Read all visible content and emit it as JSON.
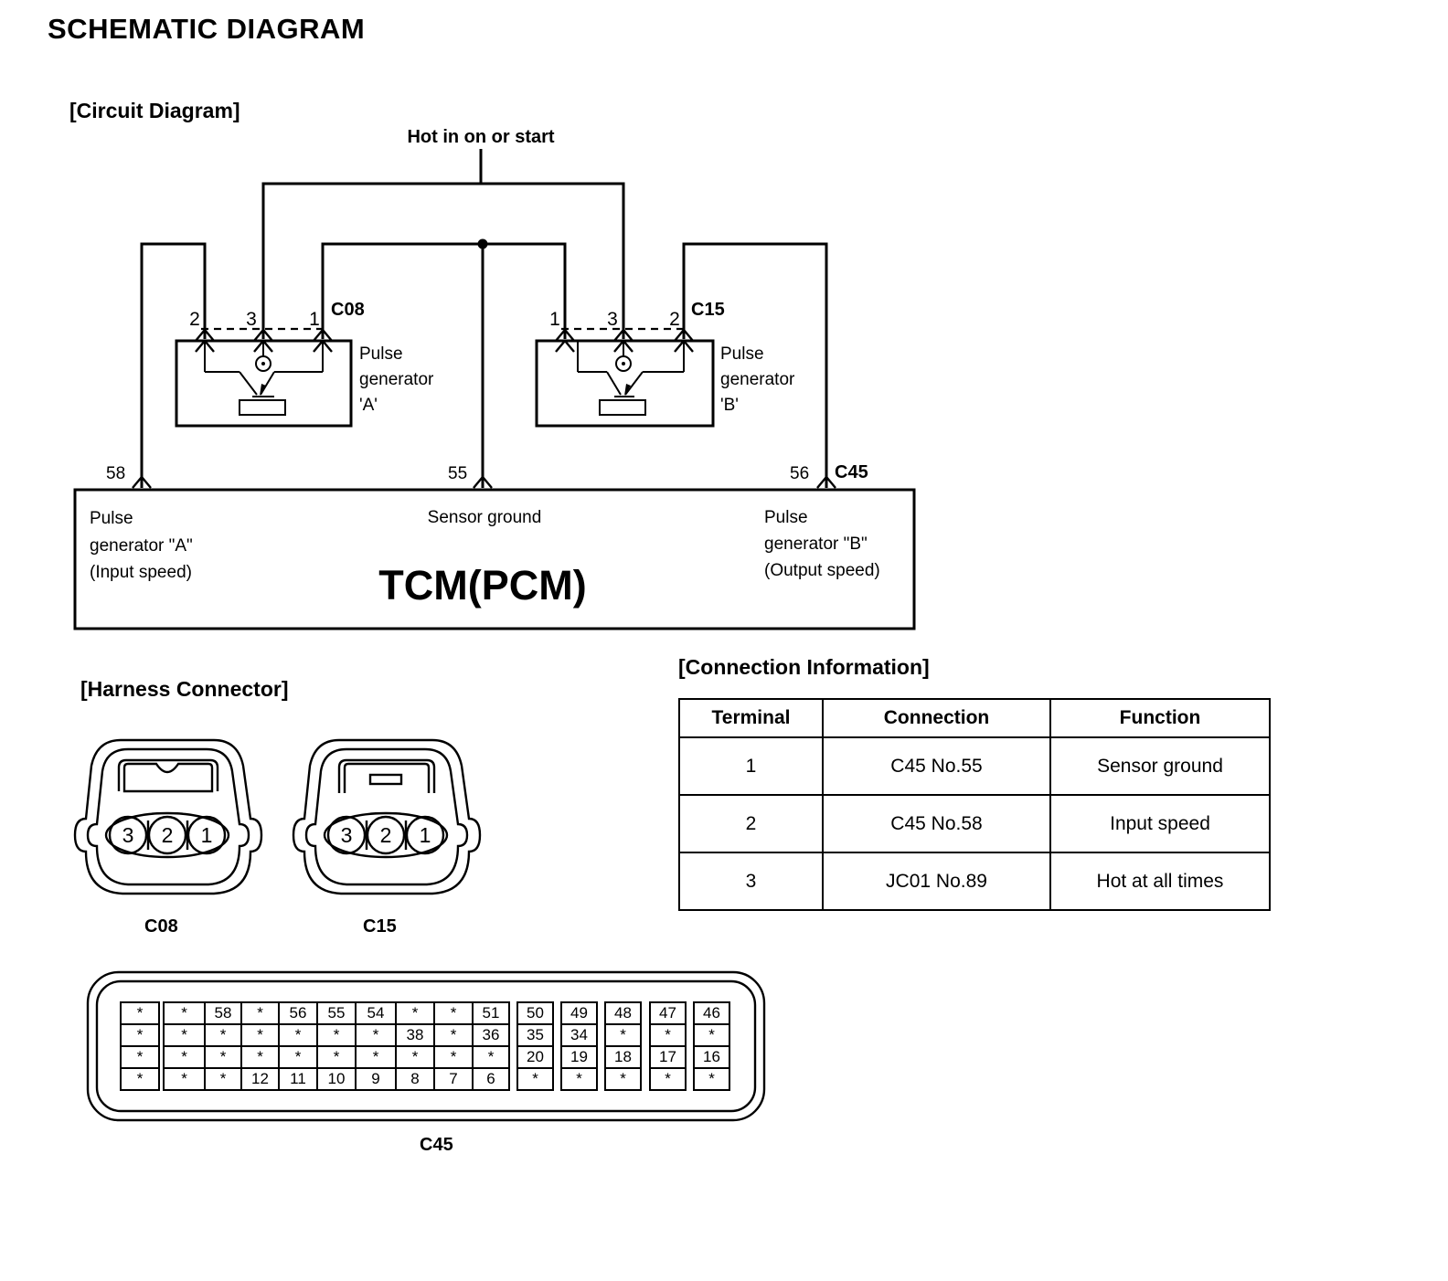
{
  "page_title": "SCHEMATIC DIAGRAM",
  "circuit": {
    "heading": "[Circuit Diagram]",
    "power_label": "Hot in on or start",
    "connectors": {
      "c08": "C08",
      "c15": "C15",
      "c45": "C45"
    },
    "pins_a": [
      "2",
      "3",
      "1"
    ],
    "pins_b": [
      "1",
      "3",
      "2"
    ],
    "gen_a": [
      "Pulse",
      "generator",
      "'A'"
    ],
    "gen_b": [
      "Pulse",
      "generator",
      "'B'"
    ],
    "tcm_pins": [
      "58",
      "55",
      "56"
    ],
    "tcm": {
      "title": "TCM(PCM)",
      "left": [
        "Pulse",
        "generator \"A\"",
        "(Input speed)"
      ],
      "center": "Sensor ground",
      "right": [
        "Pulse",
        "generator \"B\"",
        "(Output speed)"
      ]
    }
  },
  "harness": {
    "heading": "[Harness Connector]",
    "c08_label": "C08",
    "c15_label": "C15",
    "c08_pins": [
      "3",
      "2",
      "1"
    ],
    "c15_pins": [
      "3",
      "2",
      "1"
    ],
    "c45_label": "C45",
    "c45_groups": [
      [
        [
          "*"
        ],
        [
          "*"
        ],
        [
          "*"
        ],
        [
          "*"
        ]
      ],
      [
        [
          "*",
          "58",
          "*",
          "56",
          "55",
          "54",
          "*",
          "*",
          "51"
        ],
        [
          "*",
          "*",
          "*",
          "*",
          "*",
          "*",
          "38",
          "*",
          "36"
        ],
        [
          "*",
          "*",
          "*",
          "*",
          "*",
          "*",
          "*",
          "*",
          "*"
        ],
        [
          "*",
          "*",
          "12",
          "11",
          "10",
          "9",
          "8",
          "7",
          "6"
        ]
      ],
      [
        [
          "50"
        ],
        [
          "35"
        ],
        [
          "20"
        ],
        [
          "*"
        ]
      ],
      [
        [
          "49"
        ],
        [
          "34"
        ],
        [
          "19"
        ],
        [
          "*"
        ]
      ],
      [
        [
          "48"
        ],
        [
          "*"
        ],
        [
          "18"
        ],
        [
          "*"
        ]
      ],
      [
        [
          "47"
        ],
        [
          "*"
        ],
        [
          "17"
        ],
        [
          "*"
        ]
      ],
      [
        [
          "46"
        ],
        [
          "*"
        ],
        [
          "16"
        ],
        [
          "*"
        ]
      ]
    ]
  },
  "connection": {
    "heading": "[Connection Information]",
    "headers": [
      "Terminal",
      "Connection",
      "Function"
    ],
    "rows": [
      [
        "1",
        "C45 No.55",
        "Sensor ground"
      ],
      [
        "2",
        "C45 No.58",
        "Input speed"
      ],
      [
        "3",
        "JC01 No.89",
        "Hot at all times"
      ]
    ]
  }
}
